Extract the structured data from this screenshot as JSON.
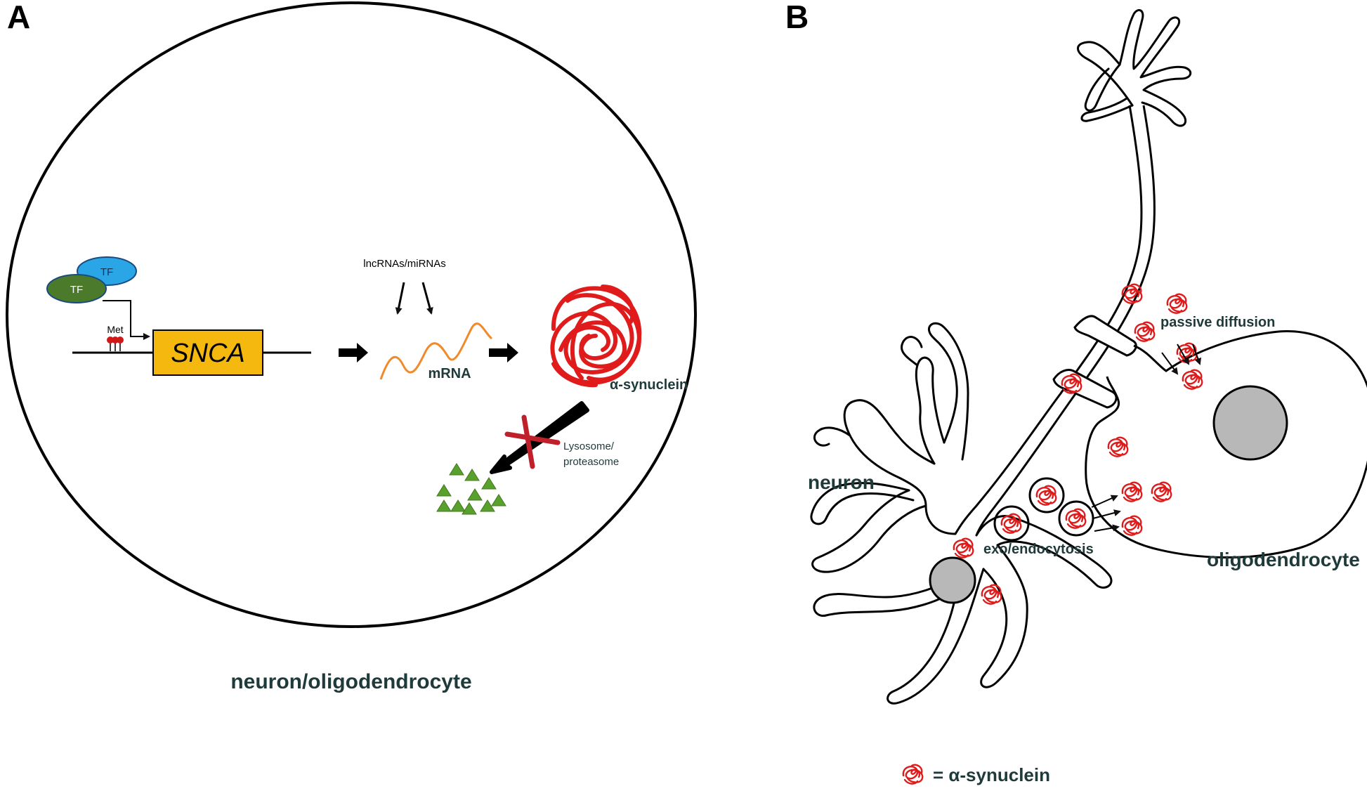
{
  "panel_a": {
    "letter": "A",
    "tf_top": "TF",
    "tf_bottom": "TF",
    "met": "Met",
    "gene": "SNCA",
    "regulators": "lncRNAs/miRNAs",
    "mrna": "mRNA",
    "protein": "α-synuclein",
    "degradation_line1": "Lysosome/",
    "degradation_line2": "proteasome",
    "cell_label": "neuron/oligodendrocyte"
  },
  "panel_b": {
    "letter": "B",
    "neuron": "neuron",
    "oligodendrocyte": "oligodendrocyte",
    "passive_diffusion": "passive diffusion",
    "exo_endocytosis": "exo/endocytosis",
    "legend": "= α-synuclein"
  },
  "colors": {
    "tf_blue": "#2aa6e6",
    "tf_green": "#4a7a2a",
    "gene_box": "#f5b80e",
    "mrna": "#f08a2a",
    "synuclein": "#e01b1b",
    "block_x": "#c0202a",
    "fragments": "#5aa02c",
    "nucleus": "#b8b8b8",
    "label_text": "#1f3a3a"
  }
}
